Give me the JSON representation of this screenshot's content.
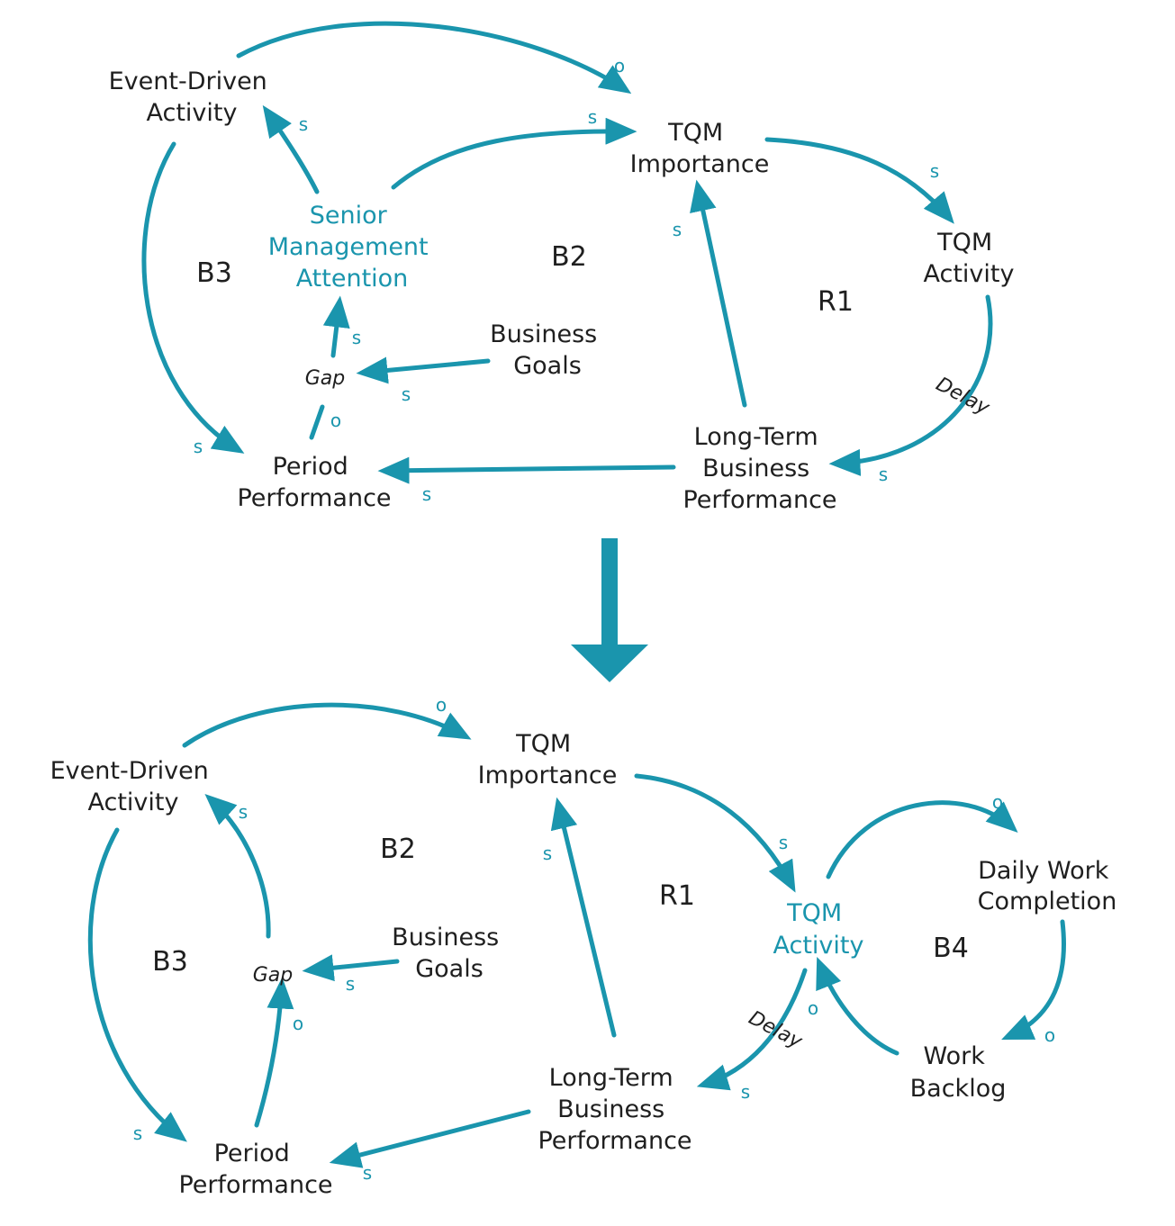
{
  "colors": {
    "accent": "#1a95ad",
    "text": "#1f1f1f"
  },
  "top": {
    "nodes": {
      "event_driven": [
        "Event-Driven",
        "Activity"
      ],
      "tqm_importance": [
        "TQM",
        "Importance"
      ],
      "senior_mgmt": [
        "Senior",
        "Management",
        "Attention"
      ],
      "tqm_activity": [
        "TQM",
        "Activity"
      ],
      "business_goals": [
        "Business",
        "Goals"
      ],
      "gap": "Gap",
      "long_term": [
        "Long-Term",
        "Business",
        "Performance"
      ],
      "period": [
        "Period",
        "Performance"
      ]
    },
    "loops": {
      "b3": "B3",
      "b2": "B2",
      "r1": "R1"
    },
    "delay": "Delay",
    "polarity": {
      "event_to_tqm": "o",
      "senior_to_tqm": "s",
      "senior_to_event": "s",
      "tqm_to_activity": "s",
      "longterm_to_tqm": "s",
      "gap_to_senior": "s",
      "goals_to_gap": "s",
      "period_to_gap": "o",
      "event_to_period": "s",
      "longterm_to_period": "s",
      "activity_to_longterm": "s"
    }
  },
  "bottom": {
    "nodes": {
      "event_driven": [
        "Event-Driven",
        "Activity"
      ],
      "tqm_importance": [
        "TQM",
        "Importance"
      ],
      "tqm_activity": [
        "TQM",
        "Activity"
      ],
      "daily_work": [
        "Daily Work",
        "Completion"
      ],
      "business_goals": [
        "Business",
        "Goals"
      ],
      "gap": "Gap",
      "long_term": [
        "Long-Term",
        "Business",
        "Performance"
      ],
      "work_backlog": [
        "Work",
        "Backlog"
      ],
      "period": [
        "Period",
        "Performance"
      ]
    },
    "loops": {
      "b2": "B2",
      "r1": "R1",
      "b3": "B3",
      "b4": "B4"
    },
    "delay": "Delay",
    "polarity": {
      "event_to_tqm": "o",
      "gap_to_event": "s",
      "longterm_to_tqm": "s",
      "tqm_to_activity": "s",
      "activity_to_daily": "o",
      "goals_to_gap": "s",
      "period_to_gap": "o",
      "daily_to_backlog": "o",
      "backlog_to_activity": "o",
      "event_to_period": "s",
      "activity_to_longterm": "s",
      "longterm_to_period": "s"
    }
  }
}
